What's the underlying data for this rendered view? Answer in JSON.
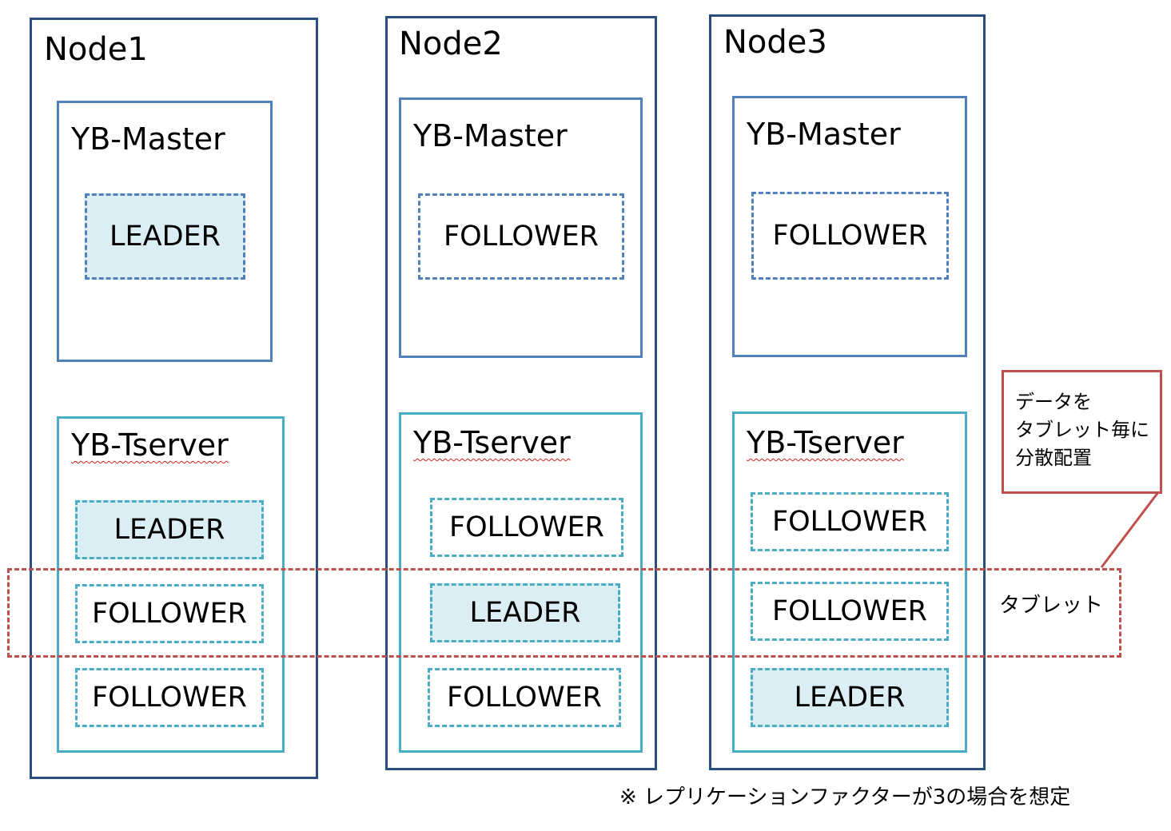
{
  "nodes": [
    {
      "name": "Node1",
      "master": {
        "title": "YB-Master",
        "role": "LEADER"
      },
      "tserver": {
        "title": "YB-Tserver",
        "tablets": [
          "LEADER",
          "FOLLOWER",
          "FOLLOWER"
        ]
      }
    },
    {
      "name": "Node2",
      "master": {
        "title": "YB-Master",
        "role": "FOLLOWER"
      },
      "tserver": {
        "title": "YB-Tserver",
        "tablets": [
          "FOLLOWER",
          "LEADER",
          "FOLLOWER"
        ]
      }
    },
    {
      "name": "Node3",
      "master": {
        "title": "YB-Master",
        "role": "FOLLOWER"
      },
      "tserver": {
        "title": "YB-Tserver",
        "tablets": [
          "FOLLOWER",
          "FOLLOWER",
          "LEADER"
        ]
      }
    }
  ],
  "callout": {
    "lines": [
      "データを",
      "タブレット毎に",
      "分散配置"
    ]
  },
  "tablet_label": "タブレット",
  "footnote": "※ レプリケーションファクターが3の場合を想定",
  "colors": {
    "node_border": "#284f7e",
    "master_border": "#5180bc",
    "tserver_border": "#4bacc6",
    "leader_fill": "#dbeef3",
    "tablet_highlight": "#c0504d"
  }
}
